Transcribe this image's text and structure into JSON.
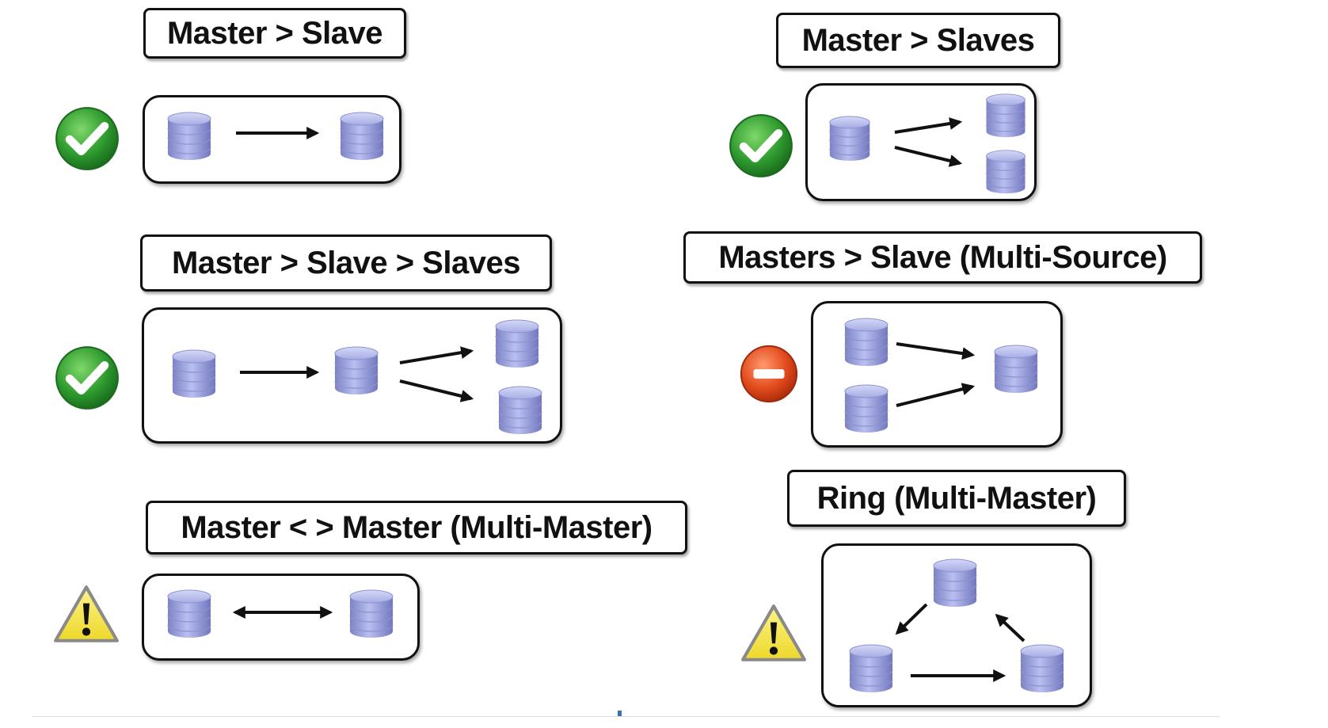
{
  "topologies": [
    {
      "id": "master-slave",
      "title": "Master > Slave",
      "status": "ok",
      "status_icon": "green-check-icon"
    },
    {
      "id": "master-slaves",
      "title": "Master > Slaves",
      "status": "ok",
      "status_icon": "green-check-icon"
    },
    {
      "id": "master-slave-slaves",
      "title": "Master > Slave > Slaves",
      "status": "ok",
      "status_icon": "green-check-icon"
    },
    {
      "id": "multi-source",
      "title": "Masters > Slave (Multi-Source)",
      "status": "not-supported",
      "status_icon": "red-minus-icon"
    },
    {
      "id": "multi-master",
      "title": "Master < > Master (Multi-Master)",
      "status": "warning",
      "status_icon": "warning-triangle-icon"
    },
    {
      "id": "ring",
      "title": "Ring (Multi-Master)",
      "status": "warning",
      "status_icon": "warning-triangle-icon"
    }
  ],
  "colors": {
    "database_fill": "#9fa6dc",
    "ok": "#2e9a2e",
    "not_supported": "#e24a1c",
    "warning": "#f2e33a"
  }
}
